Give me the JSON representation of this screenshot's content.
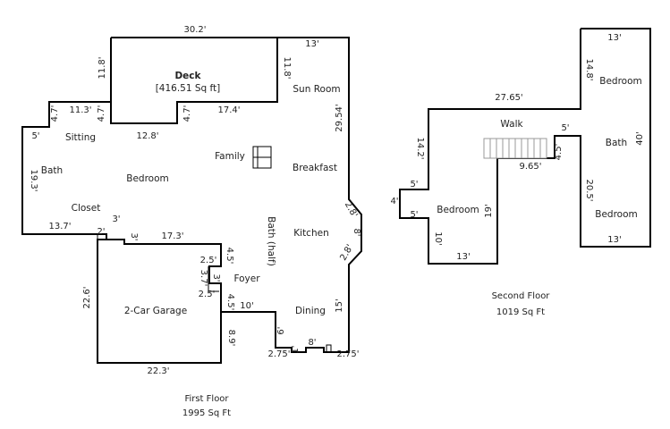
{
  "first_floor": {
    "caption": "First Floor",
    "area": "1995 Sq Ft",
    "rooms": {
      "deck": "Deck",
      "deck_area": "[416.51 Sq ft]",
      "sun_room": "Sun Room",
      "sitting": "Sitting",
      "family": "Family",
      "bath": "Bath",
      "bedroom": "Bedroom",
      "breakfast": "Breakfast",
      "closet": "Closet",
      "kitchen": "Kitchen",
      "bath_half": "Bath (half)",
      "foyer": "Foyer",
      "garage": "2-Car Garage",
      "dining": "Dining"
    },
    "dimensions": {
      "d30_2": "30.2'",
      "d13_top": "13'",
      "d11_8_left": "11.8'",
      "d11_8_right": "11.8'",
      "d11_3": "11.3'",
      "d4_7_a": "4.7'",
      "d4_7_b": "4.7'",
      "d4_7_c": "4.7'",
      "d17_4": "17.4'",
      "d12_8": "12.8'",
      "d5": "5'",
      "d29_54": "29.54'",
      "d19_3": "19.3'",
      "d2_8_top": "2.8'",
      "d8": "8'",
      "d2_8_bottom": "2.8'",
      "d13_7": "13.7'",
      "d3_top": "3'",
      "d2": "2'",
      "d3_mid": "3'",
      "d17_3": "17.3'",
      "d4_5_top": "4.5'",
      "d2_5_top": "2.5'",
      "d3_a": "3'",
      "d3_7": "3.7'",
      "d2_5_bottom": "2.5'",
      "d4_5_bottom": "4.5'",
      "d10": "10'",
      "d22_6": "22.6'",
      "d15": "15'",
      "d6": "6'",
      "d8_9": "8.9'",
      "d8_bottom": "8'",
      "d1": "1'",
      "d2_75_left": "2.75'",
      "d2_75_right": "2.75'",
      "d22_3": "22.3'"
    }
  },
  "second_floor": {
    "caption": "Second Floor",
    "area": "1019 Sq Ft",
    "rooms": {
      "walk": "Walk",
      "bedroom_top": "Bedroom",
      "bath": "Bath",
      "bedroom_left": "Bedroom",
      "bedroom_right": "Bedroom"
    },
    "dimensions": {
      "d13_top": "13'",
      "d14_8": "14.8'",
      "d27_65": "27.65'",
      "d5_right": "5'",
      "d40": "40'",
      "d14_2": "14.2'",
      "d4_5": "4.5'",
      "d9_65": "9.65'",
      "d5_a": "5'",
      "d4": "4'",
      "d5_b": "5'",
      "d20_5": "20.5'",
      "d19": "19'",
      "d10": "10'",
      "d13_mid": "13'",
      "d13_bottom": "13'"
    }
  }
}
